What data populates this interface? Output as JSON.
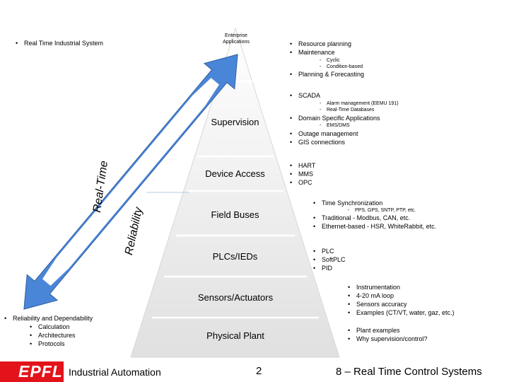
{
  "tiers": {
    "enterprise": "Enterprise\nApplications",
    "supervision": "Supervision",
    "device_access": "Device Access",
    "field_buses": "Field Buses",
    "plcs": "PLCs/IEDs",
    "sensors": "Sensors/Actuators",
    "plant": "Physical Plant"
  },
  "arrows": {
    "realtime": "Real-Time",
    "reliability": "Reliability"
  },
  "left_notes": {
    "top": "Real Time Industrial System",
    "bottom_title": "Reliability and Dependability",
    "bottom_items": [
      "Calculation",
      "Architectures",
      "Protocols"
    ]
  },
  "right": {
    "enterprise_items": [
      "Resource planning",
      "Maintenance"
    ],
    "maintenance_sub": [
      "Cyclic",
      "Condition-based"
    ],
    "planning": "Planning & Forecasting",
    "scada": "SCADA",
    "scada_sub": [
      "Alarm management (EEMU 191)",
      "Real-Time Databases"
    ],
    "domain": "Domain Specific Applications",
    "domain_sub": [
      "EMS/DMS"
    ],
    "outage": [
      "Outage management",
      "GIS connections"
    ],
    "device_items": [
      "HART",
      "MMS",
      "OPC"
    ],
    "timesync": "Time Synchronization",
    "timesync_sub": [
      "PPS, GPS, SNTP, PTP, etc."
    ],
    "field_items": [
      "Traditional - Modbus, CAN, etc.",
      "Ethernet-based - HSR, WhiteRabbit, etc."
    ],
    "plc_items": [
      "PLC",
      "SoftPLC",
      "PID"
    ],
    "sensor_items": [
      "Instrumentation",
      "4-20 mA loop",
      "Sensors accuracy",
      "Examples (CT/VT, water, gaz, etc.)"
    ],
    "plant_items": [
      "Plant examples",
      "Why supervision/control?"
    ]
  },
  "footer": {
    "logo": "EPFL",
    "course": "Industrial Automation",
    "page": "2",
    "chapter": "8 – Real Time Control Systems"
  },
  "bullet": "•",
  "sub_bullet": "-",
  "colors": {
    "arrow_fill": "#4a86d8",
    "arrow_inner": "#ffffff",
    "pyramid_top": "#ffffff",
    "pyramid_bottom": "#e2e2e2",
    "logo_red": "#e3131b"
  }
}
